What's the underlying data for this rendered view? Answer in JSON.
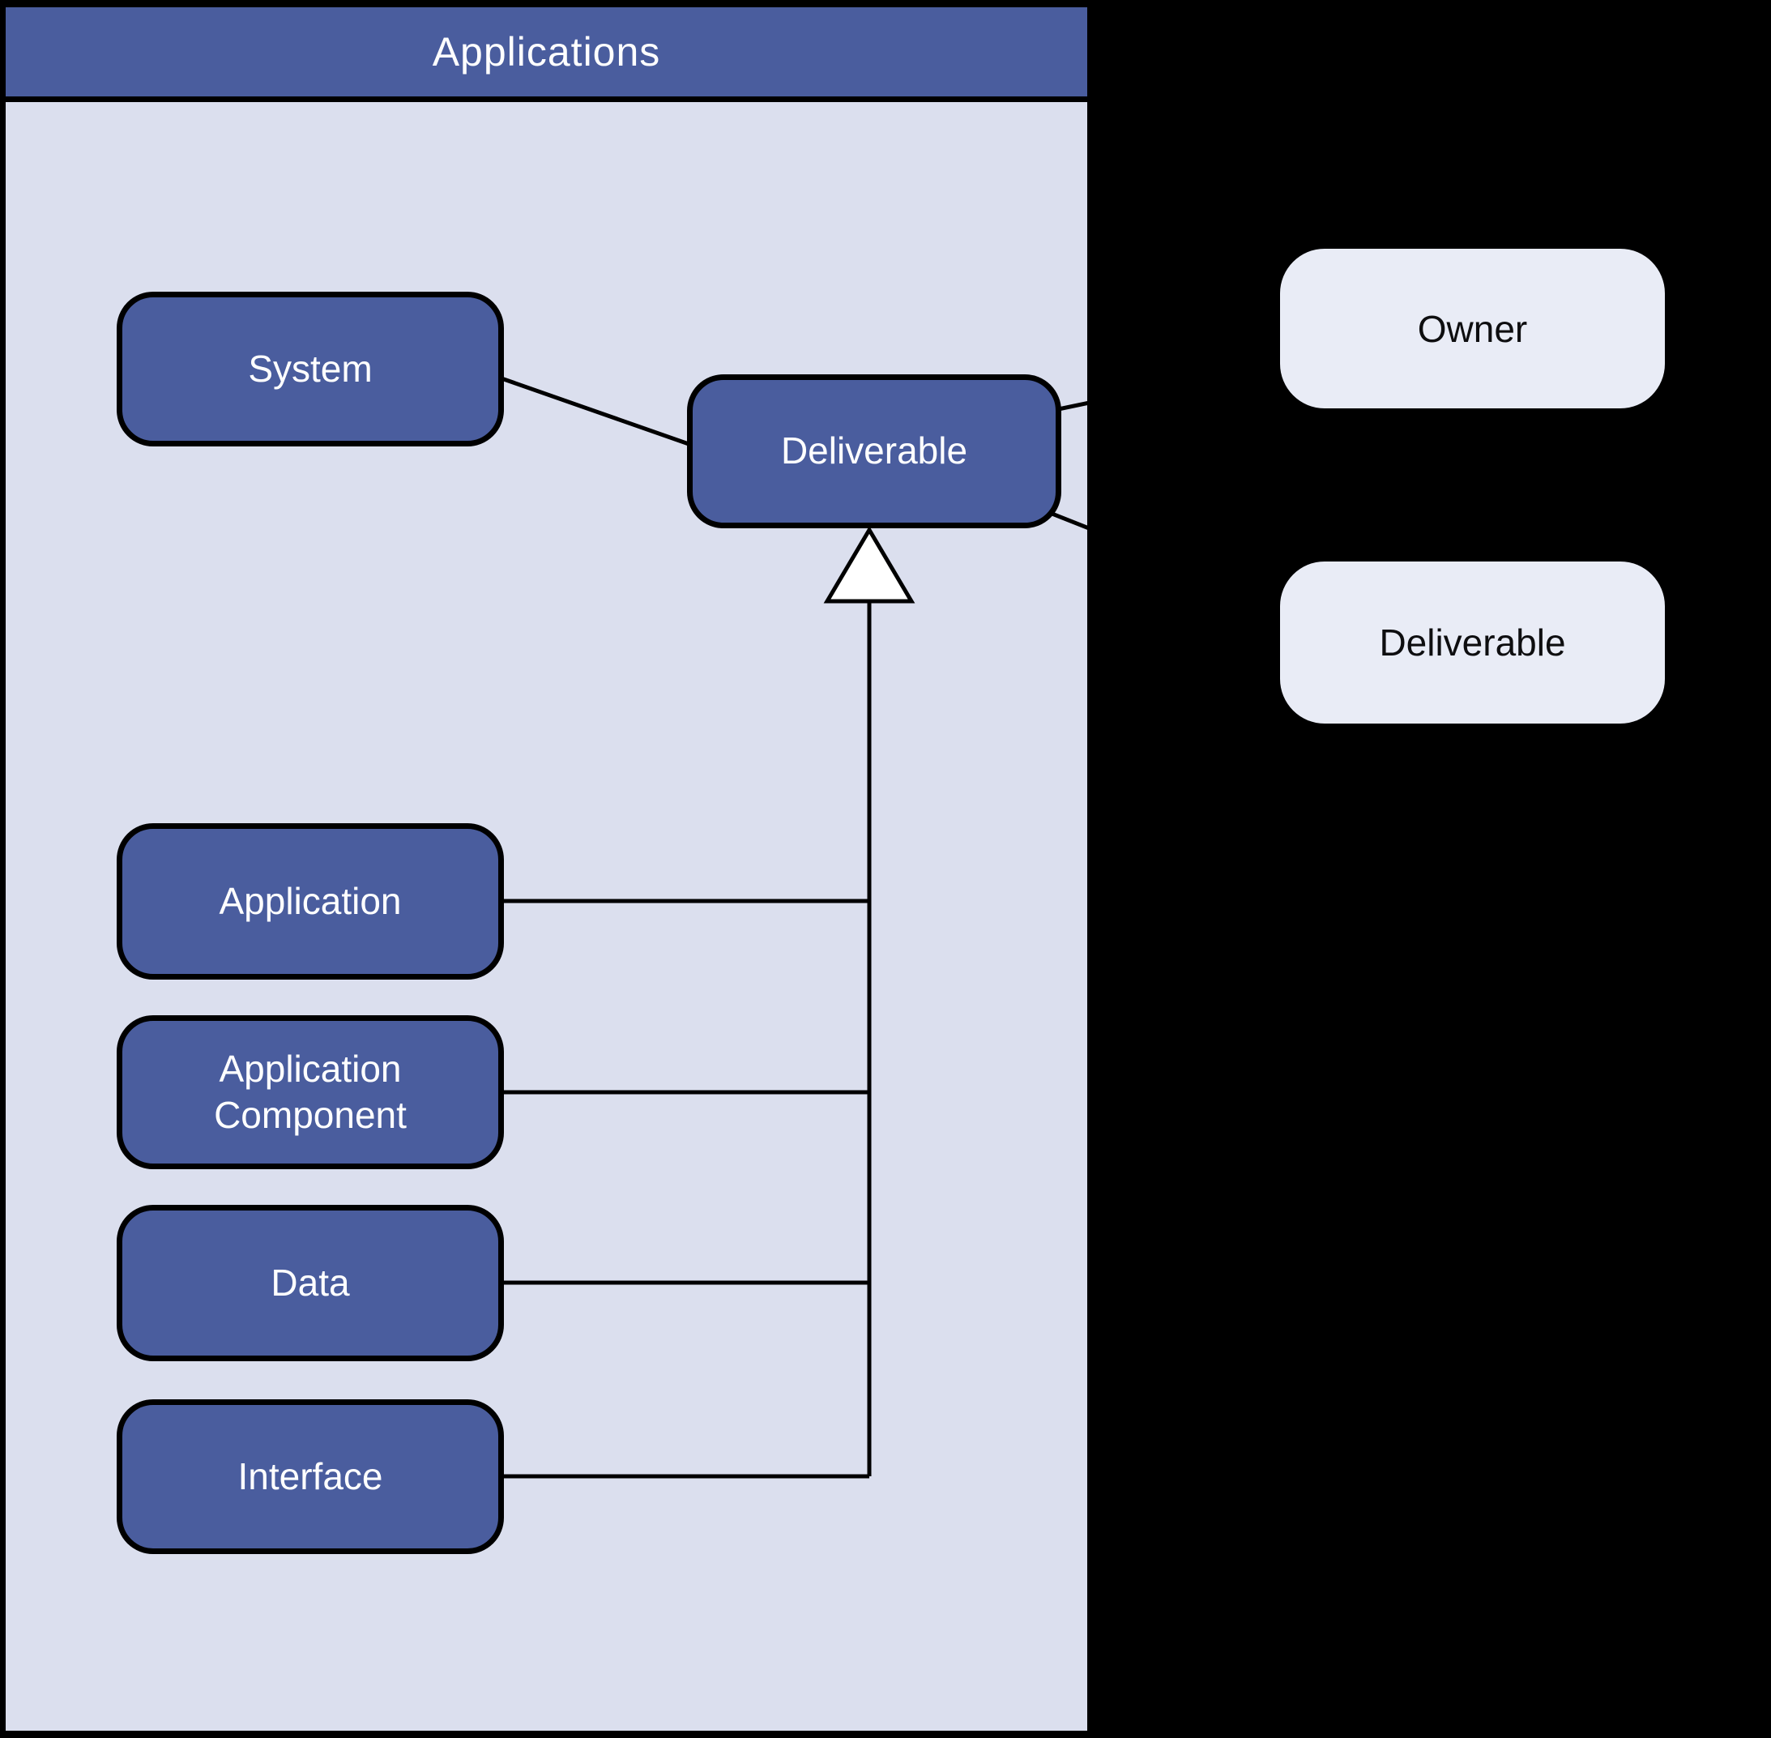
{
  "canvas": {
    "background": "#000000"
  },
  "group": {
    "title": "Applications",
    "header_color": "#4a5d9e",
    "body_color": "#dbdfee",
    "border_color": "#000000"
  },
  "nodes": {
    "system": {
      "label": "System"
    },
    "deliverable": {
      "label": "Deliverable"
    },
    "application": {
      "label": "Application"
    },
    "application_component": {
      "label": "Application Component"
    },
    "data": {
      "label": "Data"
    },
    "interface": {
      "label": "Interface"
    }
  },
  "node_style": {
    "fill": "#4a5d9e",
    "text_color": "#ffffff",
    "border_color": "#000000"
  },
  "edges": {
    "line_color": "#000000",
    "generalization_arrow_fill": "#ffffff"
  },
  "legend_nodes": {
    "owner": {
      "label": "Owner"
    },
    "deliverable": {
      "label": "Deliverable"
    },
    "fill": "#e9ecf6",
    "text_color": "#0e0e10"
  }
}
